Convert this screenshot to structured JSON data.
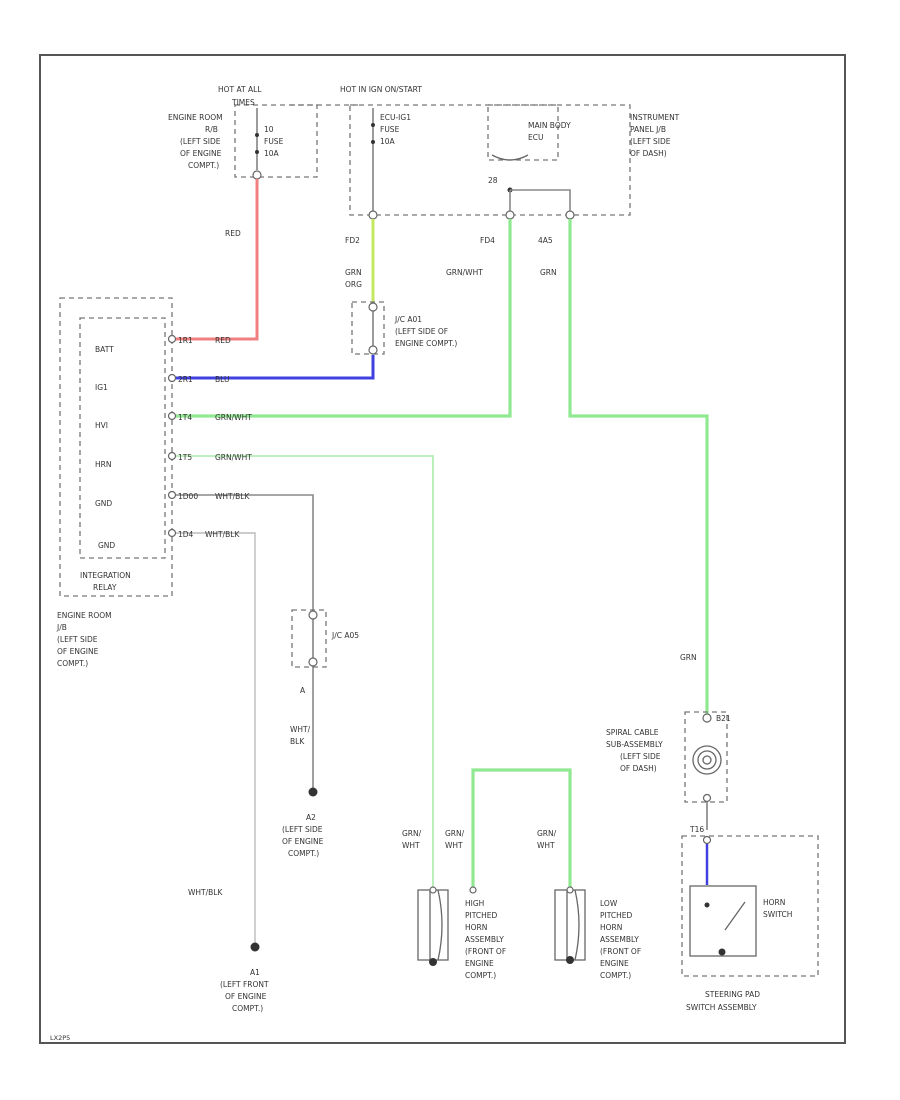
{
  "labels": {
    "hot_at_all_times": [
      "HOT AT ALL",
      "TIMES"
    ],
    "hot_in_ign": "HOT IN IGN    ON/START",
    "engine_room_rb": [
      "ENGINE ROOM",
      "R/B",
      "(LEFT SIDE",
      "OF ENGINE",
      "COMPT.)"
    ],
    "fuse_horn": [
      "10",
      "FUSE",
      "10A"
    ],
    "fuse_ecu": [
      "ECU-IG1",
      "FUSE",
      "10A"
    ],
    "main_body_ecu": [
      "MAIN BODY",
      "ECU"
    ],
    "instrument_panel_jb": [
      "INSTRUMENT",
      "PANEL J/B",
      "(LEFT SIDE",
      "OF DASH)"
    ],
    "pin_28": "28",
    "conn_fd2": "FD2",
    "conn_fd4": "FD4",
    "conn_4a5": "4A5",
    "wire_red": "RED",
    "wire_grn_org": [
      "GRN",
      "ORG"
    ],
    "wire_grn_wht_top": "GRN/WHT",
    "wire_grn_top": "GRN",
    "jc_a01": [
      "J/C A01",
      "(LEFT SIDE OF",
      "ENGINE COMPT.)"
    ],
    "relay_pins": [
      "BATT",
      "IG1",
      "HVI",
      "HRN",
      "GND",
      "GND"
    ],
    "pin_labels": [
      "1R1",
      "2R1",
      "1T4",
      "1T5",
      "1D00",
      "1D4"
    ],
    "wire_labels": [
      "RED",
      "BLU",
      "GRN/WHT",
      "GRN/WHT",
      "WHT/BLK",
      "WHT/BLK"
    ],
    "integration_relay": [
      "INTEGRATION",
      "RELAY"
    ],
    "engine_room_jb": [
      "ENGINE ROOM",
      "J/B",
      "(LEFT SIDE",
      "OF ENGINE",
      "COMPT.)"
    ],
    "jc_a05": "J/C A05",
    "pin_a": "A",
    "wire_wht_blk_mid": [
      "WHT/",
      "BLK"
    ],
    "ground_a2": [
      "A2",
      "(LEFT SIDE",
      "OF ENGINE",
      "COMPT.)"
    ],
    "wire_wht_blk_left": "WHT/BLK",
    "ground_a1": [
      "A1",
      "(LEFT FRONT",
      "OF ENGINE",
      "COMPT.)"
    ],
    "wire_grn_right": "GRN",
    "spiral_cable": [
      "SPIRAL CABLE",
      "SUB-ASSEMBLY",
      "(LEFT SIDE",
      "OF DASH)"
    ],
    "spiral_pin": "B21",
    "wire_horn_grn_wht1": [
      "GRN/",
      "WHT"
    ],
    "wire_horn_grn_wht2": [
      "GRN/",
      "WHT"
    ],
    "wire_horn_grn_wht3": [
      "GRN/",
      "WHT"
    ],
    "high_horn": [
      "HIGH",
      "PITCHED",
      "HORN",
      "ASSEMBLY",
      "(FRONT OF",
      "ENGINE",
      "COMPT.)"
    ],
    "low_horn": [
      "LOW",
      "PITCHED",
      "HORN",
      "ASSEMBLY",
      "(FRONT OF",
      "ENGINE",
      "COMPT.)"
    ],
    "horn_switch": [
      "HORN",
      "SWITCH"
    ],
    "steering_pad": [
      "STEERING PAD",
      "SWITCH ASSEMBLY"
    ],
    "steer_pin": "T16",
    "footer_code": "LX2P5"
  },
  "colors": {
    "red_wire": "#f08080",
    "blue_wire": "#4040e0",
    "green_wire": "#90e890",
    "yellow_green_wire": "#c4e860"
  }
}
